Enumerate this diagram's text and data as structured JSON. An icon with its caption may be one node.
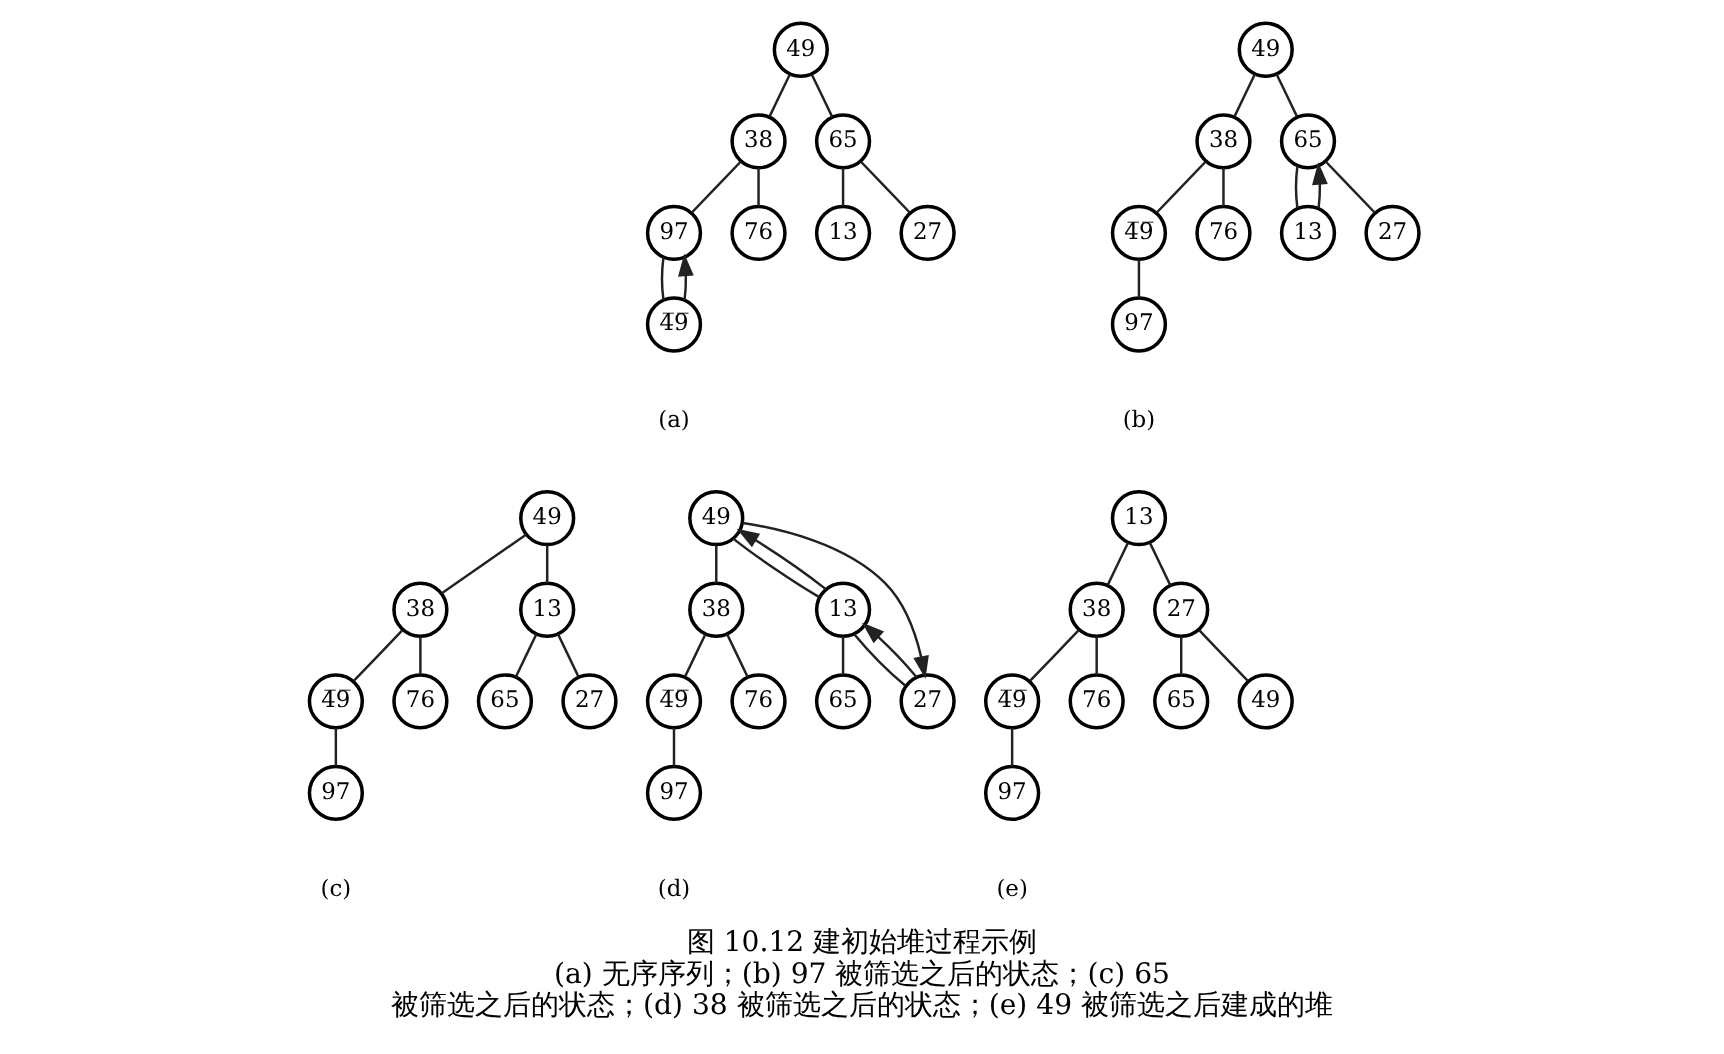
{
  "diagram": {
    "title": "图 10.12 建初始堆过程示例",
    "caption": "(a) 无序序列；(b) 97 被筛选之后的状态；(c) 65 被筛选之后的状态；(d) 38 被筛选之后的状态；(e) 49 被筛选之后建成的堆",
    "nodes": [
      {
        "text": [
          "49"
        ]
      },
      {
        "text": [
          "38"
        ]
      },
      {
        "text": [
          "65"
        ]
      },
      {
        "text": [
          "97"
        ]
      },
      {
        "text": [
          "76"
        ]
      },
      {
        "text": [
          "13"
        ]
      },
      {
        "text": [
          "27"
        ]
      },
      {
        "text": [
          "4̅9̅"
        ]
      },
      {
        "text": [
          "49"
        ]
      },
      {
        "text": [
          "38"
        ]
      },
      {
        "text": [
          "65"
        ]
      },
      {
        "text": [
          "4̅9̅"
        ]
      },
      {
        "text": [
          "76"
        ]
      },
      {
        "text": [
          "13"
        ]
      },
      {
        "text": [
          "27"
        ]
      },
      {
        "text": [
          "97"
        ]
      },
      {
        "text": [
          "49"
        ]
      },
      {
        "text": [
          "38"
        ]
      },
      {
        "text": [
          "13"
        ]
      },
      {
        "text": [
          "4̅9̅"
        ]
      },
      {
        "text": [
          "76"
        ]
      },
      {
        "text": [
          "65"
        ]
      },
      {
        "text": [
          "27"
        ]
      },
      {
        "text": [
          "97"
        ]
      },
      {
        "text": [
          "49"
        ]
      },
      {
        "text": [
          "38"
        ]
      },
      {
        "text": [
          "13"
        ]
      },
      {
        "text": [
          "4̅9̅"
        ]
      },
      {
        "text": [
          "76"
        ]
      },
      {
        "text": [
          "65"
        ]
      },
      {
        "text": [
          "27"
        ]
      },
      {
        "text": [
          "97"
        ]
      },
      {
        "text": [
          "13"
        ]
      },
      {
        "text": [
          "38"
        ]
      },
      {
        "text": [
          "27"
        ]
      },
      {
        "text": [
          "4̅9̅"
        ]
      },
      {
        "text": [
          "76"
        ]
      },
      {
        "text": [
          "65"
        ]
      },
      {
        "text": [
          "49"
        ]
      },
      {
        "text": [
          "97"
        ]
      }
    ],
    "edges": [
      {
        "from": 0,
        "to": 1,
        "arrow": "none"
      },
      {
        "from": 0,
        "to": 2,
        "arrow": "none"
      },
      {
        "from": 1,
        "to": 3,
        "arrow": "none"
      },
      {
        "from": 1,
        "to": 4,
        "arrow": "none"
      },
      {
        "from": 2,
        "to": 5,
        "arrow": "none"
      },
      {
        "from": 2,
        "to": 6,
        "arrow": "none"
      },
      {
        "from": 3,
        "to": 7,
        "arrow": "none"
      },
      {
        "from": 7,
        "to": 3,
        "arrow": "to"
      },
      {
        "from": 8,
        "to": 9,
        "arrow": "none"
      },
      {
        "from": 8,
        "to": 10,
        "arrow": "none"
      },
      {
        "from": 9,
        "to": 11,
        "arrow": "none"
      },
      {
        "from": 9,
        "to": 12,
        "arrow": "none"
      },
      {
        "from": 10,
        "to": 13,
        "arrow": "none"
      },
      {
        "from": 10,
        "to": 14,
        "arrow": "none"
      },
      {
        "from": 11,
        "to": 15,
        "arrow": "none"
      },
      {
        "from": 13,
        "to": 10,
        "arrow": "to"
      },
      {
        "from": 16,
        "to": 17,
        "arrow": "none"
      },
      {
        "from": 16,
        "to": 18,
        "arrow": "none"
      },
      {
        "from": 17,
        "to": 19,
        "arrow": "none"
      },
      {
        "from": 17,
        "to": 20,
        "arrow": "none"
      },
      {
        "from": 18,
        "to": 21,
        "arrow": "none"
      },
      {
        "from": 18,
        "to": 22,
        "arrow": "none"
      },
      {
        "from": 19,
        "to": 23,
        "arrow": "none"
      },
      {
        "from": 24,
        "to": 25,
        "arrow": "none"
      },
      {
        "from": 24,
        "to": 26,
        "arrow": "none"
      },
      {
        "from": 25,
        "to": 27,
        "arrow": "none"
      },
      {
        "from": 25,
        "to": 28,
        "arrow": "none"
      },
      {
        "from": 26,
        "to": 29,
        "arrow": "none"
      },
      {
        "from": 26,
        "to": 30,
        "arrow": "none"
      },
      {
        "from": 27,
        "to": 31,
        "arrow": "none"
      },
      {
        "from": 26,
        "to": 24,
        "arrow": "to"
      },
      {
        "from": 30,
        "to": 26,
        "arrow": "to"
      },
      {
        "from": 24,
        "to": 30,
        "arrow": "to"
      },
      {
        "from": 32,
        "to": 33,
        "arrow": "none"
      },
      {
        "from": 32,
        "to": 34,
        "arrow": "none"
      },
      {
        "from": 33,
        "to": 35,
        "arrow": "none"
      },
      {
        "from": 33,
        "to": 36,
        "arrow": "none"
      },
      {
        "from": 34,
        "to": 37,
        "arrow": "none"
      },
      {
        "from": 34,
        "to": 38,
        "arrow": "none"
      },
      {
        "from": 35,
        "to": 39,
        "arrow": "none"
      }
    ],
    "labels": [
      "(a)",
      "(b)",
      "(c)",
      "(d)",
      "(e)"
    ]
  }
}
